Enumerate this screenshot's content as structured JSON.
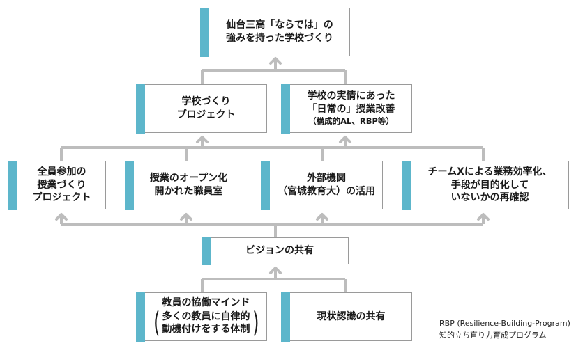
{
  "top": {
    "lines": [
      "仙台三高「ならでは」の",
      "強みを持った学校づくり"
    ]
  },
  "level2": [
    {
      "lines": [
        "学校づくり",
        "プロジェクト"
      ]
    },
    {
      "lines": [
        "学校の実情にあった",
        "「日常の」授業改善"
      ],
      "sub": "（構成的AL、RBP等）"
    }
  ],
  "level3": [
    {
      "lines": [
        "全員参加の",
        "授業づくり",
        "プロジェクト"
      ]
    },
    {
      "lines": [
        "授業のオープン化",
        "開かれた職員室"
      ]
    },
    {
      "lines": [
        "外部機関",
        "（宮城教育大）の活用"
      ]
    },
    {
      "lines": [
        "チームXによる業務効率化、",
        "手段が目的化して",
        "いないかの再確認"
      ]
    }
  ],
  "vision": {
    "label": "ビジョンの共有"
  },
  "bottom": [
    {
      "title": "教員の協働マインド",
      "paren_lines": [
        "多くの教員に自律的",
        "動機付けをする体制"
      ]
    },
    {
      "lines": [
        "現状認識の共有"
      ]
    }
  ],
  "footnote": {
    "lines": [
      "RBP (Resilience-Building-Program)",
      "知的立ち直り力育成プログラム"
    ]
  },
  "colors": {
    "accent": "#5db6cb",
    "border": "#9a9a9a",
    "connector": "#bdbdbd"
  }
}
